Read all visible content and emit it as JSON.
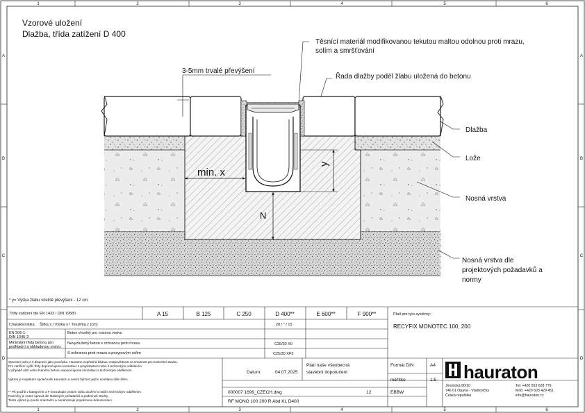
{
  "frame": {
    "col_numbers": [
      "1",
      "2",
      "3",
      "4",
      "5",
      "6"
    ],
    "row_letters": [
      "A",
      "B",
      "C",
      "D"
    ]
  },
  "title": {
    "line1": "Vzorové uložení",
    "line2": "Dlažba, třída zatížení D 400"
  },
  "callouts": {
    "sealant_line1": "Těsnící materiál modifikovanou tekutou maltou odolnou proti mrazu,",
    "sealant_line2": "solím a smršťování",
    "row_of_pavers": "Řada dlažby podél žlabu uložená do betonu",
    "overheight": "3-5mm trvalé převýšení",
    "paving": "Dlažba",
    "bedding": "Lože",
    "base_layer": "Nosná vrstva",
    "subbase_line1": "Nosná vrstva dle",
    "subbase_line2": "projektových požadavků a",
    "subbase_line3": "normy"
  },
  "dimensions": {
    "min_x": "min. x",
    "y": "y",
    "n": "N"
  },
  "footnote": "* y= Výška žlabu včetně převýšení - 12 cm",
  "table": {
    "class_label": "Třídy zatížení dle EN 1433 / DIN 19580",
    "classes": [
      "A 15",
      "B 125",
      "C 250",
      "D 400**",
      "E 600**",
      "F 900**"
    ],
    "dims_label": "Charakteristika",
    "dims_text": "Šířka x / Výška y / Tloušťka z (cm)",
    "dims_value": "20 / * / 15",
    "row3_left1": "EN 206-1:",
    "row3_left2": "DIN 1045-2:",
    "row3_mid": "Beton vhodný pro nosnou vrstvu",
    "row4_left1": "Minimální třída betonu pro",
    "row4_left2": "podkladní a obkladovou vrstvu:",
    "row4_mid": "Nevyztužený beton s ochranou proti mrazu",
    "row4_value": "C25/30 X0",
    "row5_mid": "S ochranou proti mrazu a posypovým solím",
    "row5_value": "C25/30 XF3",
    "systems_label": "Platí pro tyto systémy:",
    "systems_value": "RECYFIX MONOTEC 100, 200",
    "notes": [
      "Stavební plán je k dispozici jako pomůcka. Hauraton nepřebírá žádnou zodpovědnost za vhodnost pro konkrétní stavbu.",
      "Pro zatížení vyšší třídy doporučujeme konzultaci s projektantem nebo s technickým oddělením.",
      "V případě užití velmi hutného betonu doporučujeme konzultaci s technickým oddělením.",
      "Výkres je majetkem společnosti Hauraton a nesmí být bez jejího souhlasu dále šířen.",
      "** Při použití v kategorii E a F konzultujte prosím volbu uložení s naším technickým oddělením.",
      "Rozměry je nutné upravit dle statických požadavků a podmínek stavby.",
      "Tento výkres je pouze orientační a nenahrazuje projektovou dokumentaci."
    ],
    "date_label": "Datum:",
    "date_value": "04.07.2025",
    "disclaimer1": "Platí naše všeobecná",
    "disclaimer2": "stavební doporučení",
    "file": "000007 1699_CZECH.dwg",
    "rev": "12",
    "code": "RF MONO 100 200 R Abd KL D400",
    "format_label": "Formát DIN",
    "format_value": "A4",
    "scale_label": "měřítko",
    "scale_value": "1:5",
    "drawn": "EBBW"
  },
  "company": {
    "logo_text": "hauraton",
    "addr1": "Jinonická 80/10",
    "addr2": "746 01 Opava - Vlaštovičky",
    "addr3": "Česká republika",
    "tel": "Tel: +420 553 628 776",
    "mob": "Mob: +420 603 429 451",
    "email": "info@hauraton.cz"
  }
}
